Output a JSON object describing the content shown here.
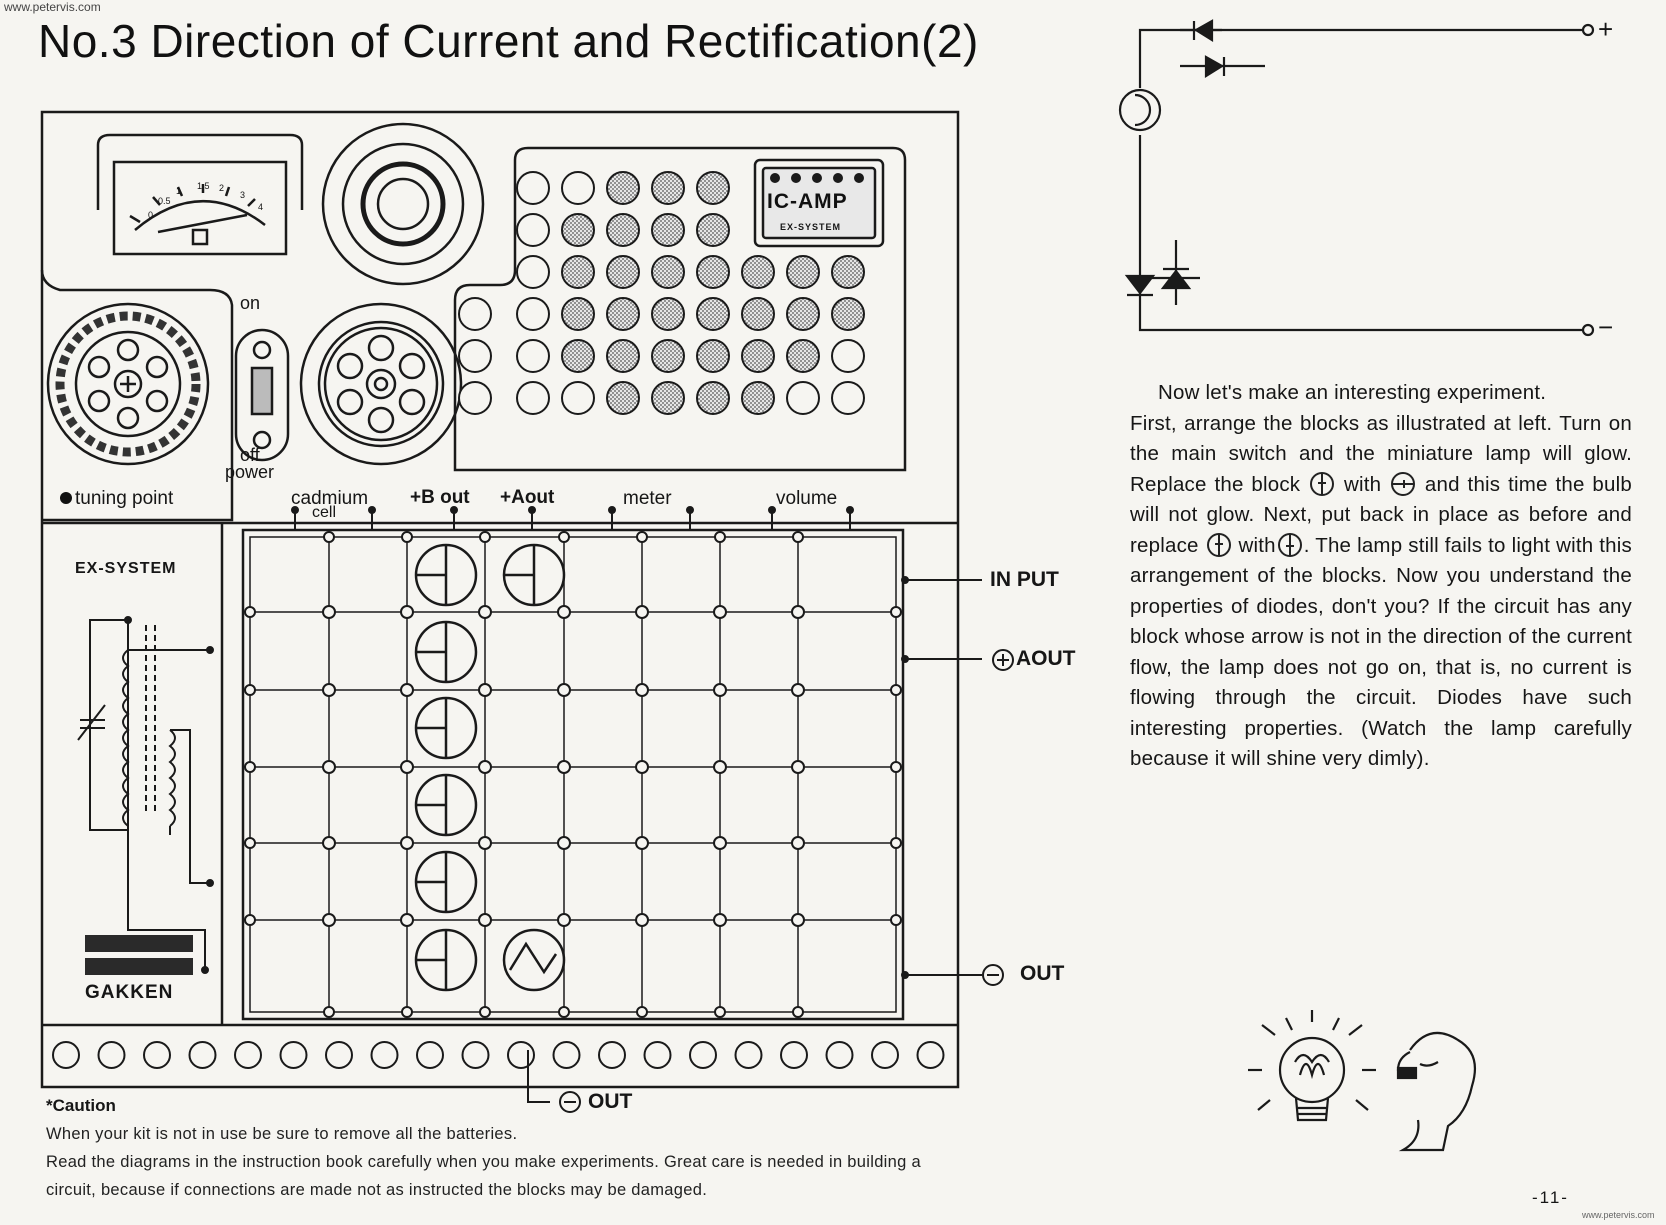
{
  "site_top_left": "www.petervis.com",
  "title": "No.3 Direction of Current and Rectification(2)",
  "device": {
    "ic_amp": "IC-AMP",
    "ex_system_small": "EX-SYSTEM",
    "switch_on": "on",
    "switch_off": "off",
    "switch_power": "power",
    "tuning_point": "tuning point",
    "terminals": {
      "cadmium": "cadmium",
      "cell": "cell",
      "b_out": "+B out",
      "a_out": "+Aout",
      "meter": "meter",
      "volume": "volume"
    },
    "ex_system": "EX-SYSTEM",
    "brand": "GAKKEN",
    "meter_scale": [
      "0",
      "0.5",
      "1",
      "1.5",
      "2",
      "3",
      "4"
    ],
    "right_labels": {
      "input": "IN PUT",
      "aout": "AOUT",
      "out": "OUT"
    },
    "bottom_out": "OUT"
  },
  "schematic": {
    "plus": "+",
    "minus": "−"
  },
  "body": {
    "p1": "Now let's make an interesting experiment.",
    "p2": "First, arrange the blocks as illustrated at left. Turn on the main switch and the miniature lamp will glow. Replace the block",
    "with1": "with",
    "p3": "and this time the bulb will not glow. Next, put back in place as before and replace",
    "with2": "with",
    "p4": ". The lamp still fails to light with this arrangement of the blocks. Now you understand the properties of diodes, don't you? If the circuit has any block whose arrow is not in the direction of the current flow, the lamp does not go on, that is, no current is flowing through the circuit. Diodes have such interesting properties. (Watch the lamp carefully because it will shine very dimly)."
  },
  "caution": {
    "heading": "*Caution",
    "line1": "When your kit is not in use be sure to remove all the batteries.",
    "line2": "Read the diagrams in the instruction book carefully when you make experiments. Great care is needed in building a circuit, because if connections are made not as instructed the blocks may be damaged."
  },
  "page_number": "-11-",
  "site_bottom_right": "www.petervis.com"
}
